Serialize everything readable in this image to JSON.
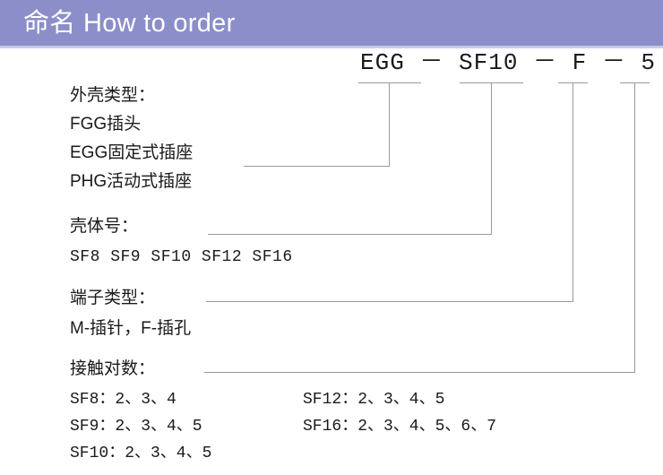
{
  "header": {
    "title": "命名 How to order",
    "band_color": "#8b8ec9",
    "underline_color": "#c9cbe6",
    "title_color": "#ffffff"
  },
  "part_number": {
    "full": "EGG － SF10 － F － 5",
    "segments": [
      "EGG",
      "SF10",
      "F",
      "5"
    ],
    "separator": "－"
  },
  "sections": [
    {
      "key": "shell-type",
      "heading": "外壳类型：",
      "lines": [
        "FGG插头",
        "EGG固定式插座",
        "PHG活动式插座"
      ]
    },
    {
      "key": "shell-size",
      "heading": "壳体号：",
      "lines": [
        "SF8 SF9 SF10 SF12 SF16"
      ]
    },
    {
      "key": "contact-type",
      "heading": "端子类型：",
      "lines": [
        "M-插针，F-插孔"
      ]
    },
    {
      "key": "contact-count",
      "heading": "接触对数：",
      "left_column": [
        "SF8：2、3、4",
        "SF9：2、3、4、5",
        "SF10：2、3、4、5"
      ],
      "right_column": [
        "SF12：2、3、4、5",
        "SF16：2、3、4、5、6、7"
      ]
    }
  ],
  "leader_lines": {
    "color": "#9a9a9a",
    "count": 4
  }
}
